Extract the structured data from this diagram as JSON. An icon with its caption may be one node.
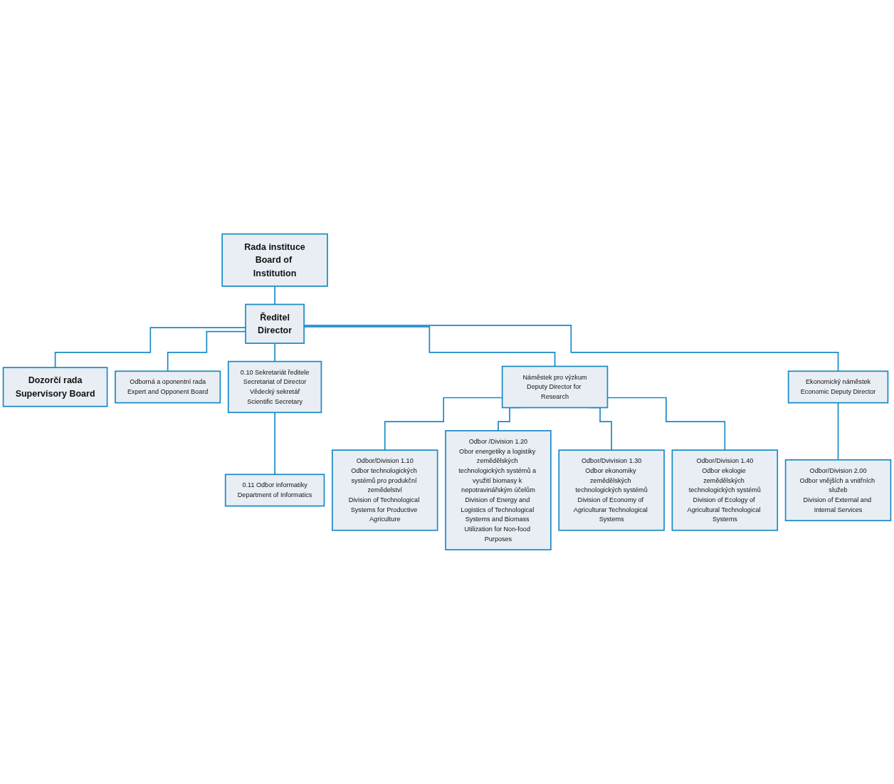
{
  "diagram": {
    "nodes": [
      {
        "text": [
          "Rada instituce",
          "Board of Institution"
        ]
      },
      {
        "text": [
          "Ředitel",
          "Director"
        ]
      },
      {
        "text": [
          "Dozorčí rada",
          "Supervisory Board"
        ]
      },
      {
        "text": [
          "Odborná a oponentní rada",
          "Expert and Opponent Board"
        ]
      },
      {
        "text": [
          "0.10 Sekretariát ředitele",
          "Secretariat of Director",
          "Vědecký sekretář",
          "Scientific Secretary"
        ]
      },
      {
        "text": [
          "0.11 Odbor informatiky",
          "Department of Informatics"
        ]
      },
      {
        "text": [
          "Náměstek pro výzkum",
          "Deputy Director for Research"
        ]
      },
      {
        "text": [
          "Ekonomický náměstek",
          "Economic Deputy Director"
        ]
      },
      {
        "text": [
          "Odbor/Division 1.10",
          "Odbor technologických systémů pro produkční zemědelství",
          "Division of Technological Systems for Productive Agriculture"
        ]
      },
      {
        "text": [
          "Odbor /Division 1.20",
          "Obor energetiky a logistiky zemědělských technologických systémů a využití biomasy k nepotravinářským účelům",
          "Division of Energy and Logistics of Technological Systems and Biomass Utilization for Non-food Purposes"
        ]
      },
      {
        "text": [
          "Odbor/Dvivision 1.30",
          "Odbor ekonomiky zemědělských technologických systémů",
          "Division of Economy of Agriculturar Technological Systems"
        ]
      },
      {
        "text": [
          "Odbor/Division 1.40",
          "Odbor ekologie zemědělských technologických systémů",
          "Division of Ecology of Agricultural Technological Systems"
        ]
      },
      {
        "text": [
          "Odbor/Division 2.00",
          "Odbor vnějších a vnitřních služeb",
          "Division of External and Internal Services"
        ]
      }
    ],
    "edges": [
      {
        "from": 0,
        "to": 1,
        "arrow": "none"
      },
      {
        "from": 1,
        "to": 2,
        "arrow": "none"
      },
      {
        "from": 1,
        "to": 3,
        "arrow": "none"
      },
      {
        "from": 1,
        "to": 4,
        "arrow": "none"
      },
      {
        "from": 4,
        "to": 5,
        "arrow": "none"
      },
      {
        "from": 1,
        "to": 6,
        "arrow": "none"
      },
      {
        "from": 1,
        "to": 7,
        "arrow": "none"
      },
      {
        "from": 6,
        "to": 8,
        "arrow": "none"
      },
      {
        "from": 6,
        "to": 9,
        "arrow": "none"
      },
      {
        "from": 6,
        "to": 10,
        "arrow": "none"
      },
      {
        "from": 6,
        "to": 11,
        "arrow": "none"
      },
      {
        "from": 7,
        "to": 12,
        "arrow": "none"
      }
    ]
  }
}
